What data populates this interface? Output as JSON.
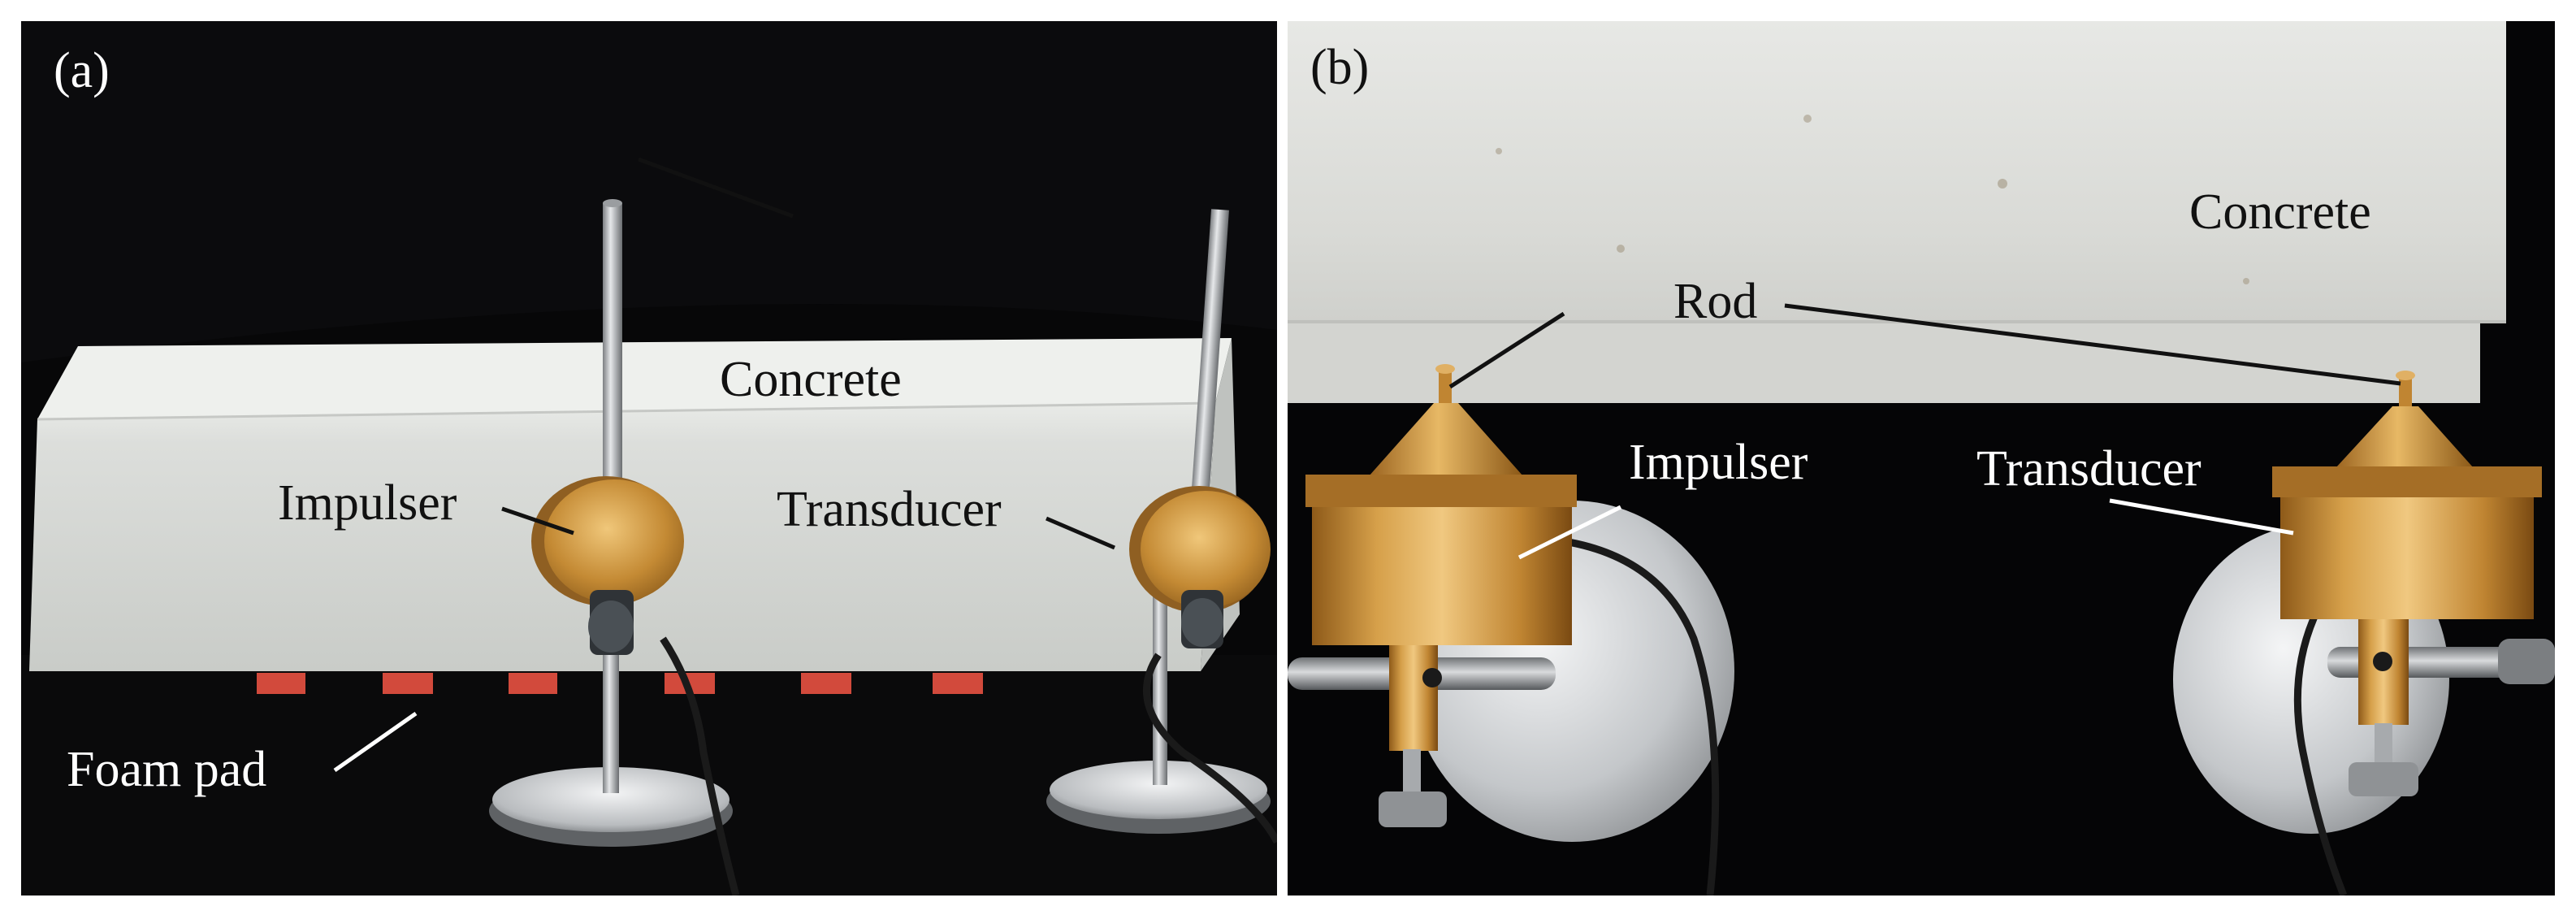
{
  "panels": [
    {
      "tag": "(a)",
      "labels": {
        "concrete": "Concrete",
        "impulser": "Impulser",
        "transducer": "Transducer",
        "foam_pad": "Foam pad"
      }
    },
    {
      "tag": "(b)",
      "labels": {
        "concrete": "Concrete",
        "rod": "Rod",
        "impulser": "Impulser",
        "transducer": "Transducer"
      }
    }
  ],
  "colors": {
    "background": "#050506",
    "concrete": "#d9dbd8",
    "brass": "#b8802e",
    "foam": "#d24a3c",
    "steel": "#c9ccce",
    "cable": "#1a1a1a"
  }
}
